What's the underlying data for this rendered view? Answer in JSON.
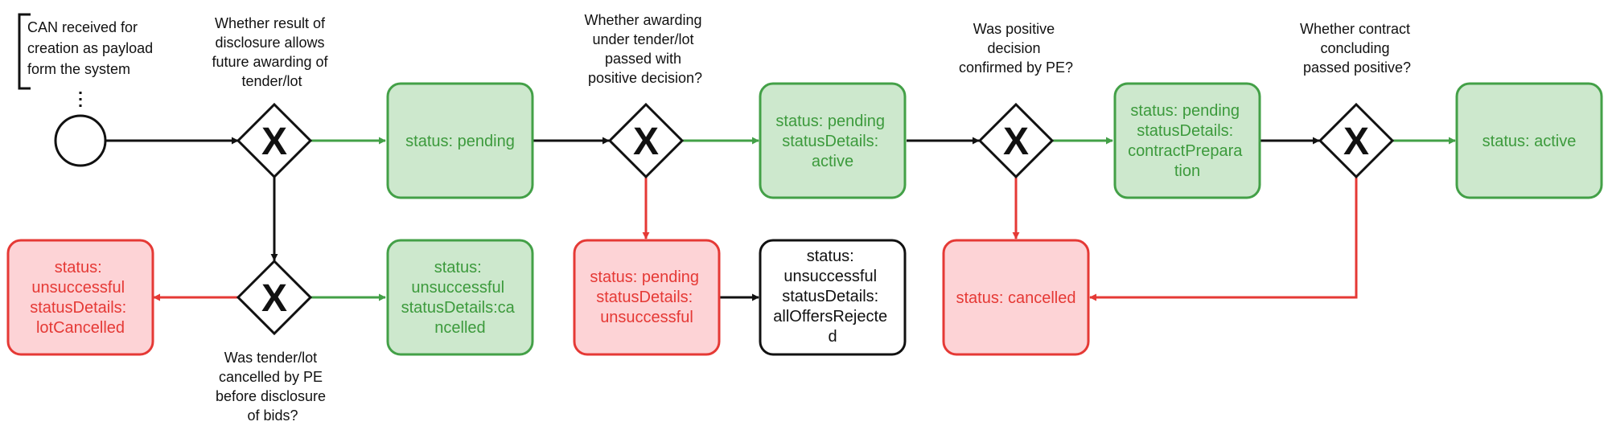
{
  "colors": {
    "green_fill": "#cde8cd",
    "green_stroke": "#43a047",
    "green_text": "#3c9a3c",
    "red_fill": "#fdd3d6",
    "red_stroke": "#e53935",
    "red_text": "#e53935",
    "black": "#111111",
    "white": "#ffffff"
  },
  "annotation": {
    "lines": [
      "CAN received for",
      "creation as payload",
      "form the system"
    ]
  },
  "gateways": {
    "g1": {
      "symbol": "X",
      "question": [
        "Whether result of",
        "disclosure allows",
        "future awarding of",
        "tender/lot"
      ]
    },
    "g2": {
      "symbol": "X",
      "question": [
        "Was tender/lot",
        "cancelled by PE",
        "before disclosure",
        "of bids?"
      ]
    },
    "g3": {
      "symbol": "X",
      "question": [
        "Whether awarding",
        "under tender/lot",
        "passed with",
        "positive decision?"
      ]
    },
    "g4": {
      "symbol": "X",
      "question": [
        "Was positive",
        "decision",
        "confirmed by PE?"
      ]
    },
    "g5": {
      "symbol": "X",
      "question": [
        "Whether contract",
        "concluding",
        "passed positive?"
      ]
    }
  },
  "states": {
    "pending": {
      "lines": [
        "status: pending"
      ]
    },
    "pending_active": {
      "lines": [
        "status: pending",
        "statusDetails:",
        "active"
      ]
    },
    "pending_contract": {
      "lines": [
        "status: pending",
        "statusDetails:",
        "contractPrepara",
        "tion"
      ]
    },
    "active": {
      "lines": [
        "status: active"
      ]
    },
    "unsuccessful_lot_cancelled": {
      "lines": [
        "status:",
        "unsuccessful",
        "statusDetails:",
        "lotCancelled"
      ]
    },
    "unsuccessful_cancelled": {
      "lines": [
        "status:",
        "unsuccessful",
        "statusDetails:ca",
        "ncelled"
      ]
    },
    "pending_unsuccessful": {
      "lines": [
        "status: pending",
        "statusDetails:",
        "unsuccessful"
      ]
    },
    "unsuccessful_all_offers_rejected": {
      "lines": [
        "status:",
        "unsuccessful",
        "statusDetails:",
        "allOffersRejecte",
        "d"
      ]
    },
    "cancelled": {
      "lines": [
        "status: cancelled"
      ]
    }
  }
}
